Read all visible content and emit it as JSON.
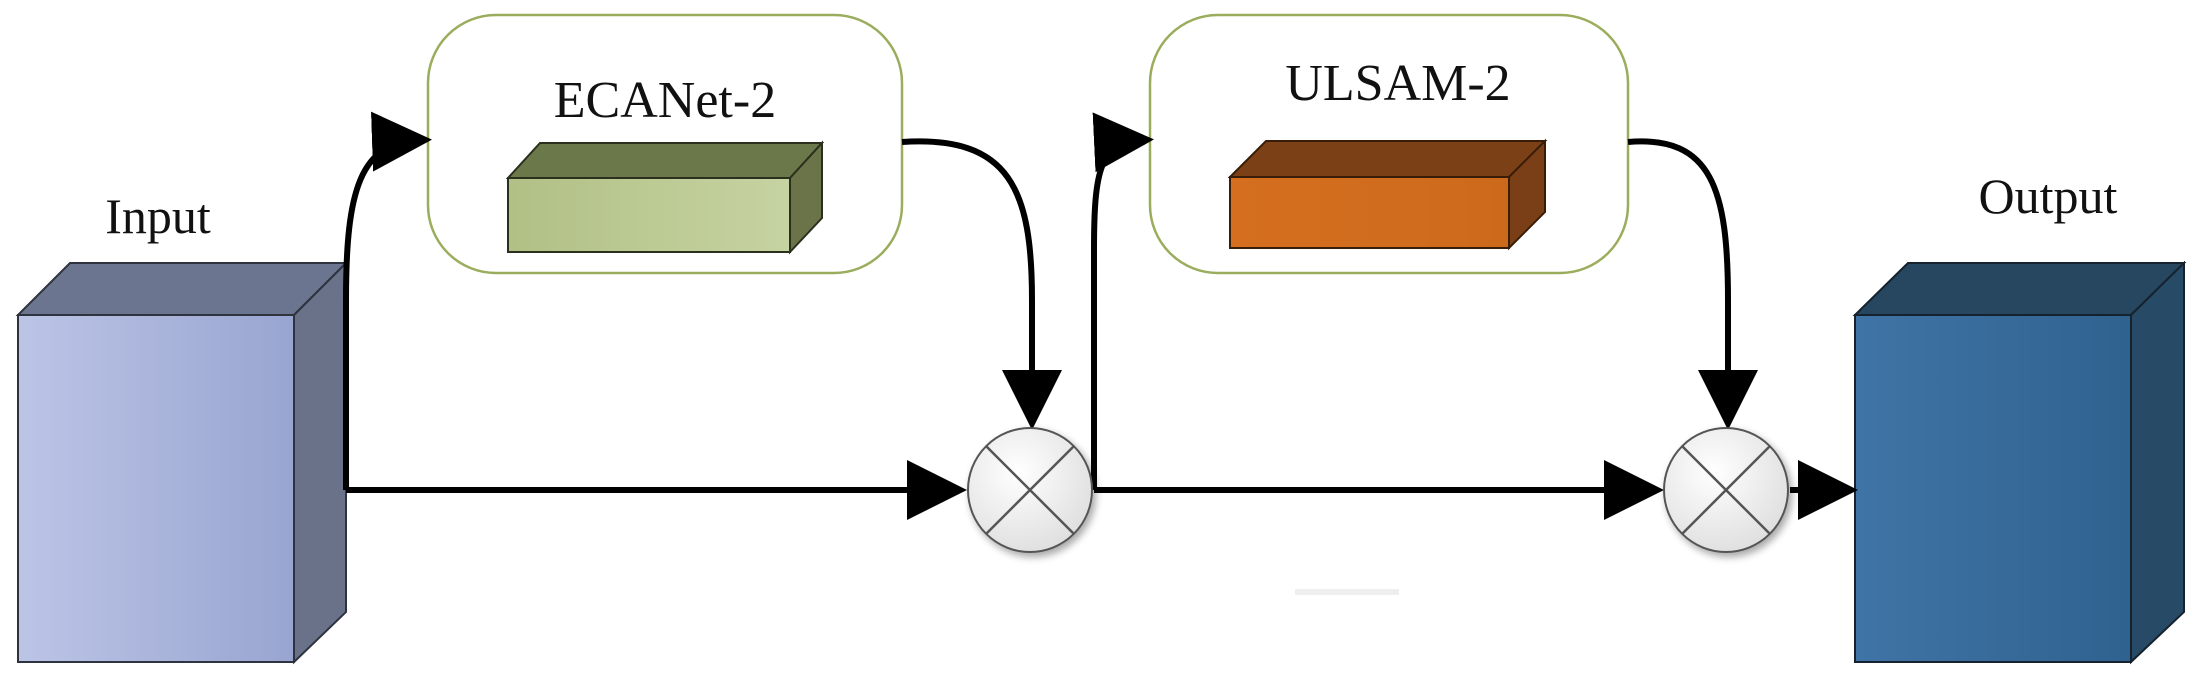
{
  "labels": {
    "input": "Input",
    "output": "Output",
    "module1": "ECANet-2",
    "module2": "ULSAM-2"
  },
  "colors": {
    "input_block": "#a5b0d7",
    "output_block": "#3a6d9c",
    "ecanet_block": "#bccb93",
    "ulsam_block": "#d06c1e",
    "module_frame": "#9aad5c",
    "arrows": "#000000"
  }
}
